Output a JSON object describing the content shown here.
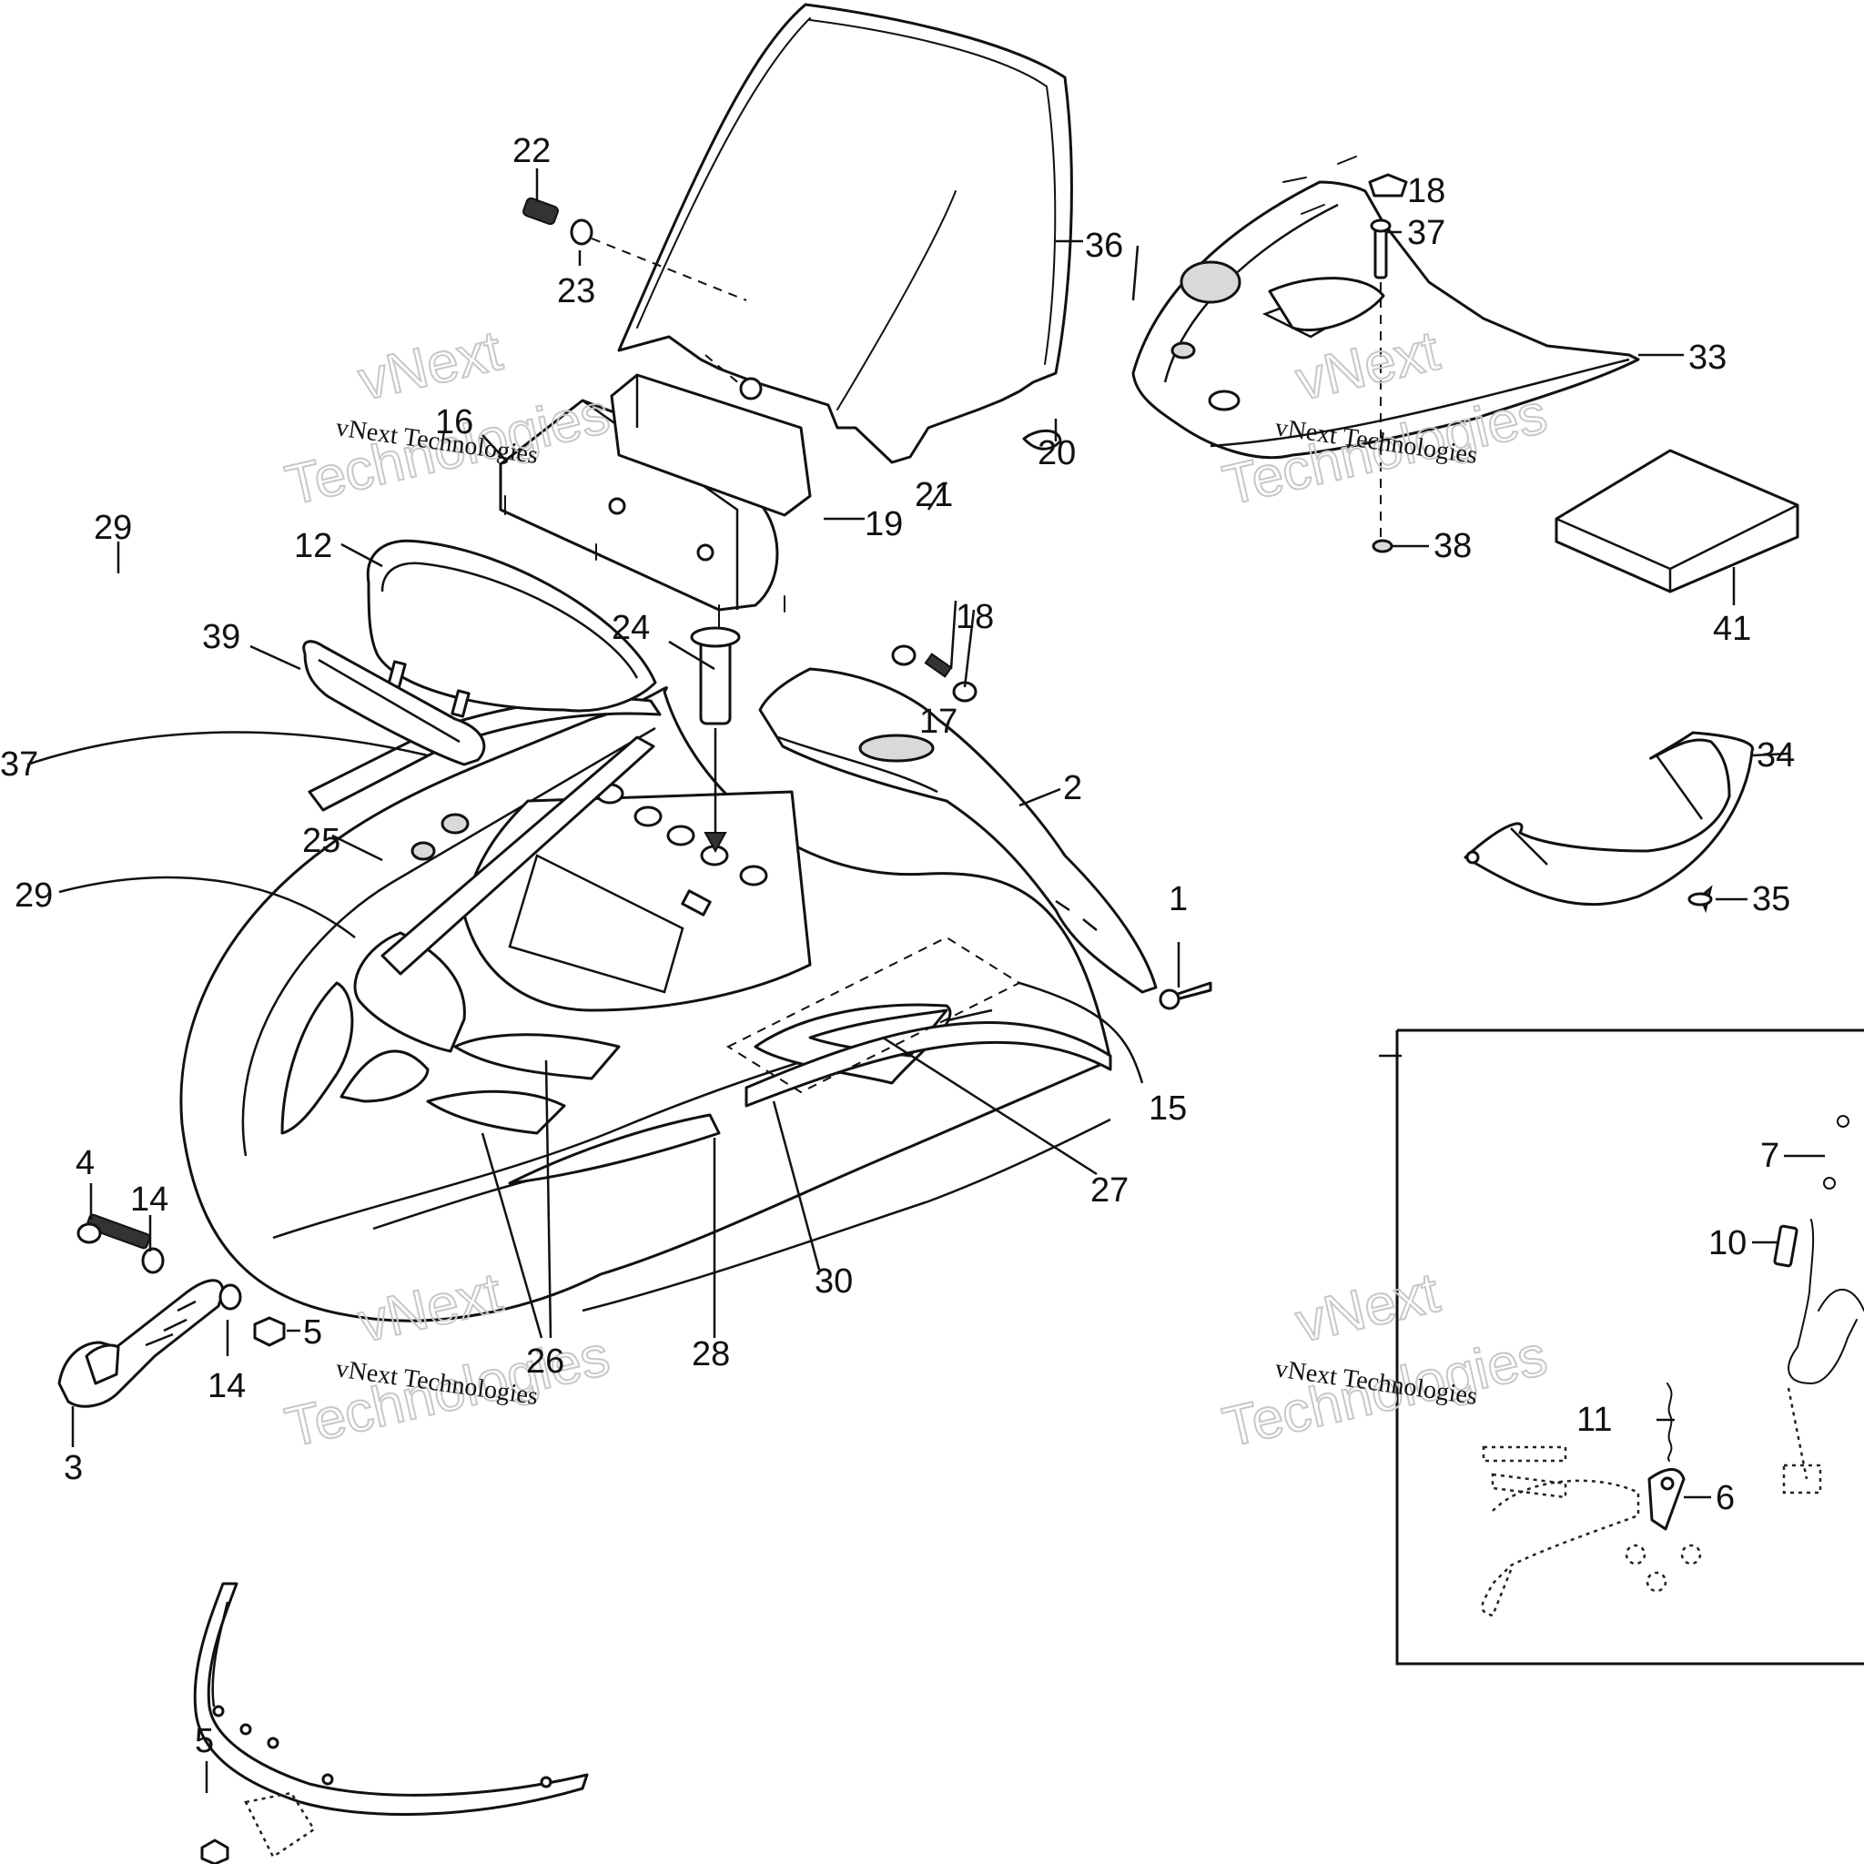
{
  "watermark": {
    "line1": "vNext",
    "line2": "Technologies",
    "caption": "vNext Technologies"
  },
  "callouts": {
    "c1": "1",
    "c2": "2",
    "c3": "3",
    "c4": "4",
    "c5a": "5",
    "c5b": "5",
    "c6": "6",
    "c7": "7",
    "c10": "10",
    "c11": "11",
    "c12": "12",
    "c14a": "14",
    "c14b": "14",
    "c15": "15",
    "c16": "16",
    "c17": "17",
    "c18a": "18",
    "c18b": "18",
    "c19": "19",
    "c20": "20",
    "c21": "21",
    "c22": "22",
    "c23": "23",
    "c24": "24",
    "c25": "25",
    "c26": "26",
    "c27": "27",
    "c28": "28",
    "c29a": "29",
    "c29b": "29",
    "c30": "30",
    "c33": "33",
    "c34": "34",
    "c35": "35",
    "c36": "36",
    "c37a": "37",
    "c37b": "37",
    "c38": "38",
    "c39": "39",
    "c41": "41"
  }
}
